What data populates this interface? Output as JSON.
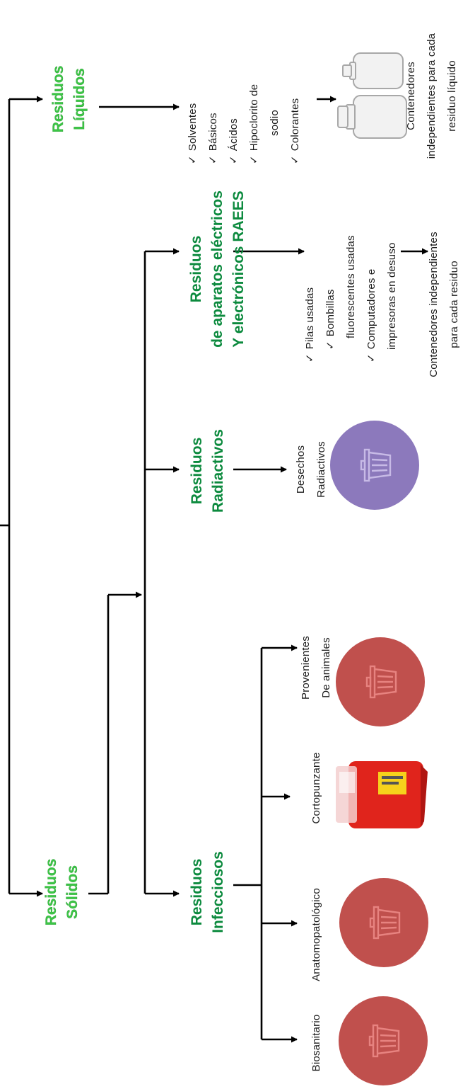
{
  "nodes": {
    "solidos": {
      "line1": "Residuos",
      "line2": "Sólidos"
    },
    "liquidos": {
      "line1": "Residuos",
      "line2": "Líquidos"
    },
    "infecciosos": {
      "line1": "Residuos",
      "line2": "Infecciosos"
    },
    "radiactivos": {
      "line1": "Residuos",
      "line2": "Radiactivos"
    },
    "raees": {
      "line1": "Residuos",
      "line2": "de aparatos eléctricos",
      "line3": "Y electrónicos  RAEES"
    }
  },
  "liquidos_items": [
    "Solventes",
    "Básicos",
    "Ácidos",
    "Hipoclorito de",
    "sodio",
    "Colorantes"
  ],
  "liquidos_container": {
    "line1": "Contenedores",
    "line2": "independientes para cada",
    "line3": "residuo líquido"
  },
  "raees_items": [
    "Pilas usadas",
    "Bombillas",
    "fluorescentes usadas",
    "Computadores e",
    "impresoras en desuso"
  ],
  "raees_container": {
    "line1": "Contenedores independientes",
    "line2": "para cada residuo"
  },
  "radiactivos_label": {
    "line1": "Desechos",
    "line2": "Radiactivos"
  },
  "infecciosos_items": {
    "biosanitario": "Biosanitario",
    "anatomopatologico": "Anatomopatológico",
    "cortopunzante": "Cortopunzante",
    "animales_line1": "Provenientes",
    "animales_line2": "De animales"
  },
  "check_mark": "✓",
  "colors": {
    "liquid_node": "#3cc646",
    "solid_node_dark": "#0c8a3e",
    "infectious_bin": "#c0504d",
    "radioactive_bin": "#8c79bc",
    "connector": "#000000"
  },
  "icons": [
    "trash-bin-icon",
    "sharps-container-icon",
    "glass-jar-icon"
  ]
}
